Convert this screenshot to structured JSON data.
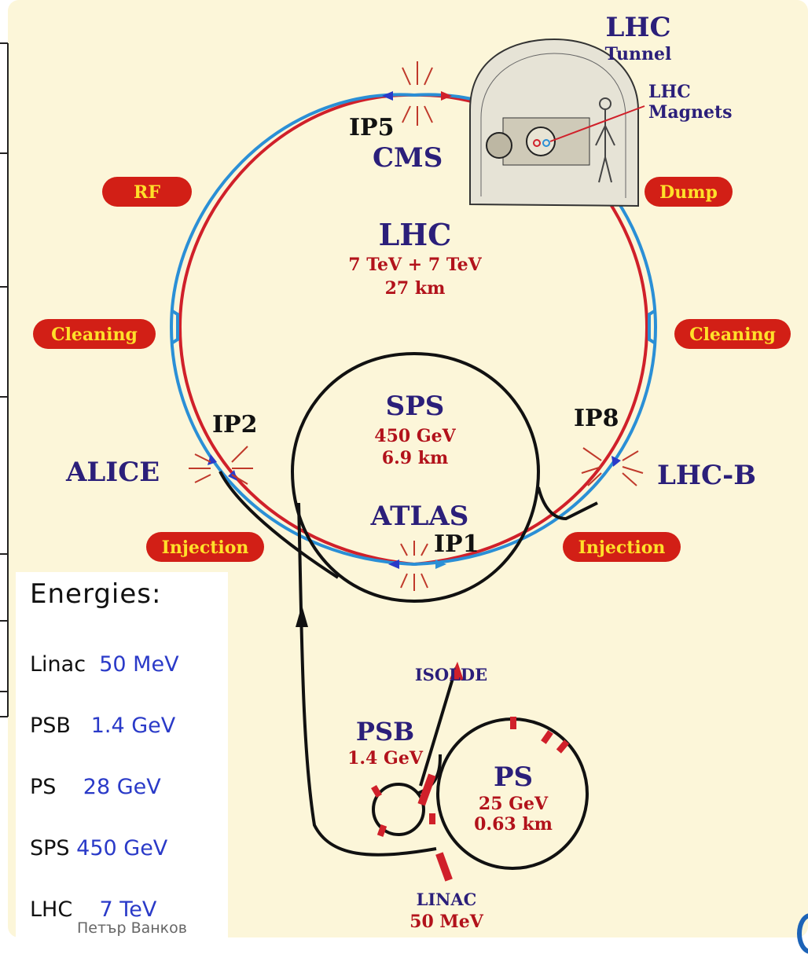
{
  "labels": {
    "tunnel_title": "LHC",
    "tunnel_sub": "Tunnel",
    "magnets_1": "LHC",
    "magnets_2": "Magnets",
    "ip5": "IP5",
    "cms": "CMS",
    "rf": "RF",
    "dump": "Dump",
    "lhc_name": "LHC",
    "lhc_energy": "7 TeV + 7 TeV",
    "lhc_length": "27 km",
    "cleaning_left": "Cleaning",
    "cleaning_right": "Cleaning",
    "ip2": "IP2",
    "alice": "ALICE",
    "sps_name": "SPS",
    "sps_energy": "450 GeV",
    "sps_length": "6.9 km",
    "ip8": "IP8",
    "lhcb": "LHC-B",
    "atlas": "ATLAS",
    "ip1": "IP1",
    "injection_left": "Injection",
    "injection_right": "Injection",
    "isolde": "ISOLDE",
    "psb_name": "PSB",
    "psb_energy": "1.4 GeV",
    "ps_name": "PS",
    "ps_energy": "25 GeV",
    "ps_length": "0.63 km",
    "linac_name": "LINAC",
    "linac_energy": "50 MeV"
  },
  "energies": {
    "title": "Energies:",
    "rows": [
      {
        "name": "Linac",
        "value": "50 MeV"
      },
      {
        "name": "PSB",
        "value": "1.4 GeV"
      },
      {
        "name": "PS",
        "value": "28 GeV"
      },
      {
        "name": "SPS",
        "value": "450 GeV"
      },
      {
        "name": "LHC",
        "value": "7 TeV"
      }
    ]
  },
  "author": "Петър Ванков",
  "colors": {
    "background": "#fcf6d9",
    "beam_red": "#d0202a",
    "beam_blue": "#2a8fd6",
    "label_navy": "#2b1f7a",
    "label_red": "#b2121b",
    "pill_fill": "#d21f16",
    "pill_text": "#ffe02a"
  }
}
